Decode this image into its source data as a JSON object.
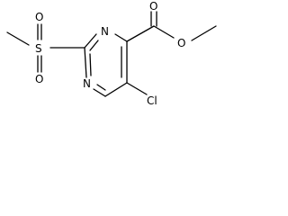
{
  "molecule": {
    "atoms": {
      "sulfur": "S",
      "sulfonyl_oxygen_top": "O",
      "sulfonyl_oxygen_bottom": "O",
      "ring_nitrogen_top": "N",
      "ring_nitrogen_bottom": "N",
      "carbonyl_oxygen": "O",
      "ester_oxygen": "O",
      "chlorine": "Cl"
    }
  }
}
